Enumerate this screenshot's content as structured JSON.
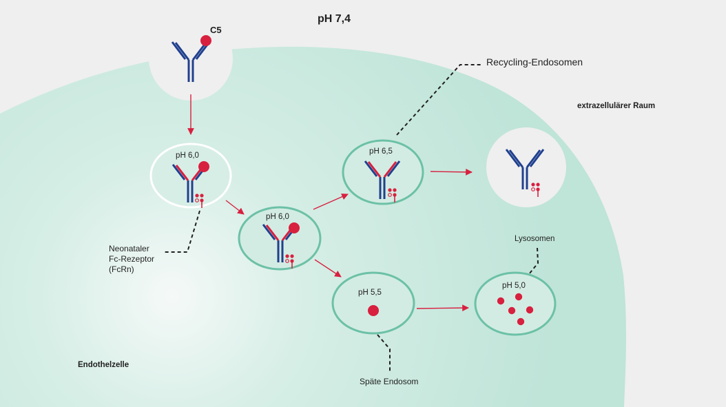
{
  "title": "pH 7,4",
  "antigen_label": "C5",
  "space_label": "extrazellulärer Raum",
  "cell_label": "Endothelzelle",
  "callouts": {
    "recycling": "Recycling-Endosomen",
    "fcrn_line1": "Neonataler",
    "fcrn_line2": "Fc-Rezeptor",
    "fcrn_line3": "(FcRn)",
    "lysosomes": "Lysosomen",
    "late_endosome": "Späte Endosom"
  },
  "compartments": {
    "endosome_a": "pH 6,0",
    "endosome_b": "pH 6,0",
    "recycling": "pH 6,5",
    "late": "pH 5,5",
    "lysosome": "pH 5,0"
  },
  "colors": {
    "background": "#efefef",
    "cell": "#c3e5db",
    "membrane": "#6cc1a6",
    "antibody": "#20408e",
    "antigen": "#d8203f",
    "arrow": "#d8203f"
  }
}
